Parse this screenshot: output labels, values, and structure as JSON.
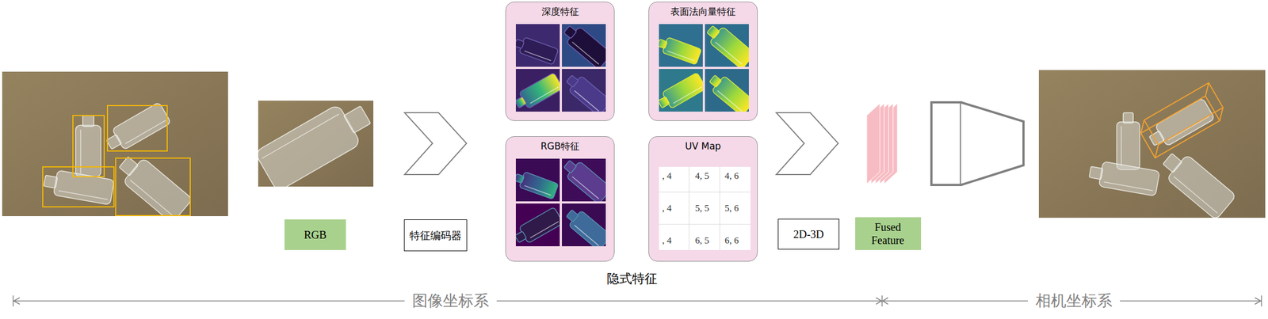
{
  "diagram": {
    "nodes": [
      {
        "text": [
          "RGB"
        ]
      },
      {
        "text": [
          "特征编码器"
        ]
      },
      {
        "text": [
          "深度特征"
        ]
      },
      {
        "text": [
          "表面法向量特征"
        ]
      },
      {
        "text": [
          "RGB特征"
        ]
      },
      {
        "text": [
          "UV Map"
        ]
      },
      {
        "text": [
          "2D-3D"
        ]
      },
      {
        "text": [
          "Fused Feature"
        ]
      }
    ],
    "labels": [
      ", 4",
      "4, 5",
      "4, 6",
      ", 4",
      "5, 5",
      "5, 6",
      ", 4",
      "6, 5",
      "6, 6",
      "隐式特征",
      "图像坐标系",
      "相机坐标系"
    ]
  }
}
